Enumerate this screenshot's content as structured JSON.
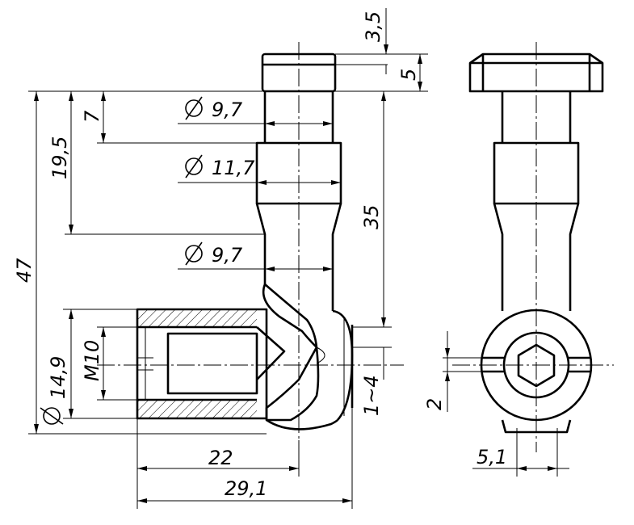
{
  "drawing": {
    "dimensions": {
      "d_3_5": "3,5",
      "d_5": "5",
      "d_7": "7",
      "d_19_5": "19,5",
      "d_47": "47",
      "d_35": "35",
      "d_1_4": "1~4",
      "d_22": "22",
      "d_29_1": "29,1",
      "d_diam_9_7_top": "9,7",
      "d_diam_11_7": "11,7",
      "d_diam_9_7_lower": "9,7",
      "d_diam_14_9": "14,9",
      "d_m10": "M10",
      "d_2": "2",
      "d_5_1": "5,1"
    }
  }
}
